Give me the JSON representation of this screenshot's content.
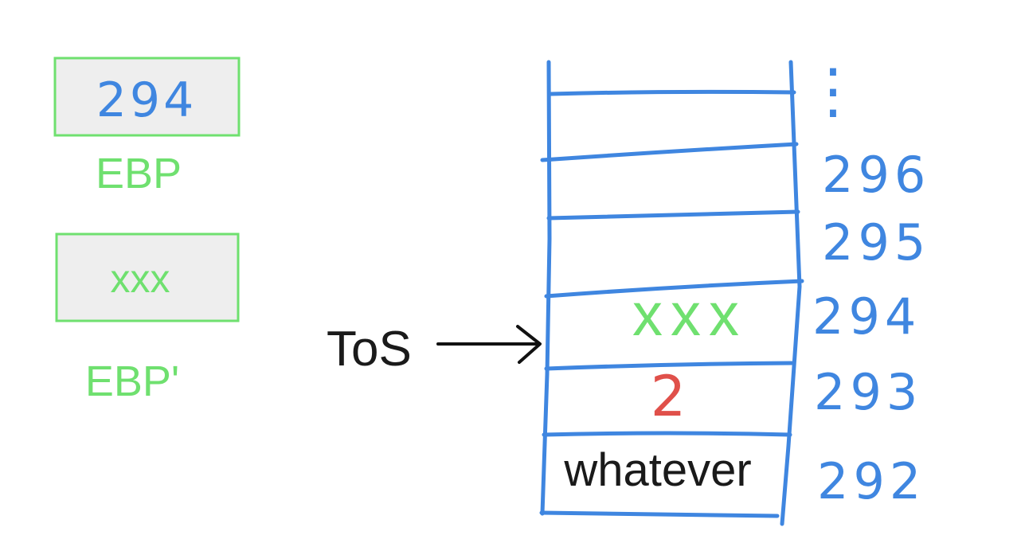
{
  "colors": {
    "stack_lines": "#3f86e0",
    "register_accent": "#6fe06f",
    "register_fill": "#eeeeee",
    "value_red": "#e0504a",
    "text_black": "#1a1a1a"
  },
  "registers": [
    {
      "id": "ebp",
      "value": "294",
      "label": "EBP"
    },
    {
      "id": "ebp-prime",
      "value": "xxx",
      "label": "EBP'"
    }
  ],
  "pointer": {
    "label": "ToS",
    "arrow": "right-arrow"
  },
  "stack": {
    "ellipsis": "⋮",
    "cells": [
      {
        "address": "296",
        "content": ""
      },
      {
        "address": "295",
        "content": ""
      },
      {
        "address": "294",
        "content": "xxx"
      },
      {
        "address": "293",
        "content": "2"
      },
      {
        "address": "292",
        "content": "whatever"
      }
    ]
  }
}
